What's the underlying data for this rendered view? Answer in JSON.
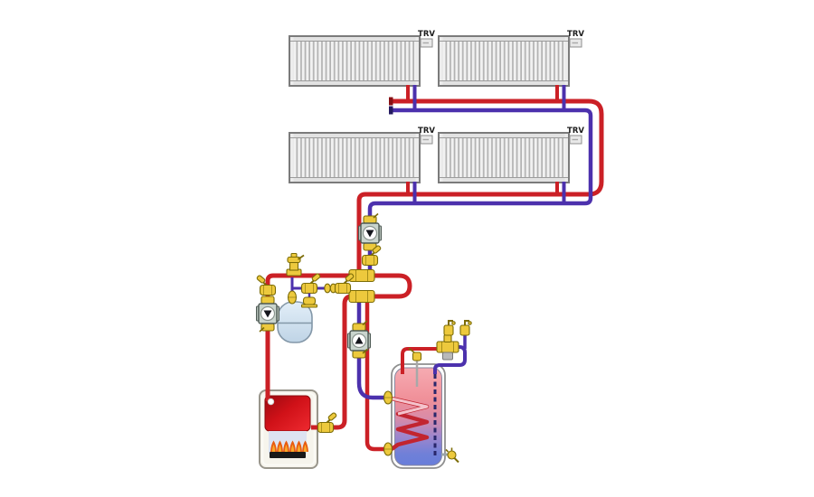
{
  "radiators": [
    {
      "name": "radiator-upper-left",
      "trv_label": "TRV"
    },
    {
      "name": "radiator-upper-right",
      "trv_label": "TRV"
    },
    {
      "name": "radiator-lower-left",
      "trv_label": "TRV"
    },
    {
      "name": "radiator-lower-right",
      "trv_label": "TRV"
    }
  ],
  "colors": {
    "background": "#ffffff",
    "pipe-red": "#cb2026",
    "pipe-red-dark": "#871014",
    "pipe-blue": "#4c31ad",
    "pipe-blue-dark": "#241a60",
    "fitting-yellow": "#edc93d",
    "fitting-stroke": "#7c6c07",
    "pump-body": "#c9d4cd",
    "pump-stroke": "#4e5a54",
    "pump-arrow": "#15161d",
    "radiator-fin": "#b2b2b2",
    "radiator-border": "#7b7b7b",
    "trv-fill": "#e9e9e9",
    "trv-border": "#8d8d8d",
    "label-color": "#1c1c1c",
    "vessel-stroke": "#8397a8",
    "boiler-body": "#f6f4ec",
    "boiler-stroke": "#99968c",
    "chamber-fill": "#dde3f1",
    "burner-bar": "#191919",
    "flame-outer": "#e85c10",
    "flame-inner": "#f9a92c",
    "tank-stroke": "#8f8f8f",
    "coil-red": "#c22530",
    "coil-light": "#f4c3cc",
    "diptube": "#29276b",
    "gray-cap": "#b9b9b9",
    "sensor-stem": "#a8a8a8",
    "mixed-water": "#e87c88"
  }
}
